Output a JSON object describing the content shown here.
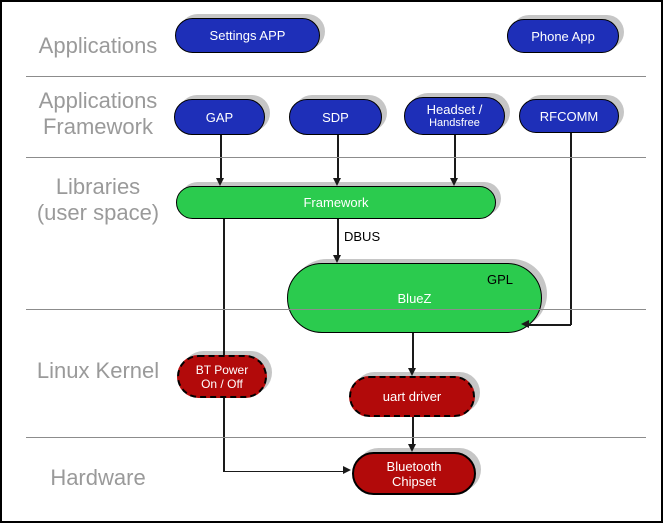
{
  "layers": {
    "applications": {
      "label": "Applications"
    },
    "app_framework": {
      "line1": "Applications",
      "line2": "Framework"
    },
    "libraries": {
      "line1": "Libraries",
      "line2": "(user space)"
    },
    "kernel": {
      "label": "Linux Kernel"
    },
    "hardware": {
      "label": "Hardware"
    }
  },
  "nodes": {
    "settings_app": {
      "label": "Settings APP"
    },
    "phone_app": {
      "label": "Phone App"
    },
    "gap": {
      "label": "GAP"
    },
    "sdp": {
      "label": "SDP"
    },
    "headset": {
      "line1": "Headset /",
      "line2": "Handsfree"
    },
    "rfcomm": {
      "label": "RFCOMM"
    },
    "framework": {
      "label": "Framework"
    },
    "bluez": {
      "label": "BlueZ",
      "badge": "GPL"
    },
    "bt_power": {
      "line1": "BT Power",
      "line2": "On / Off"
    },
    "uart_driver": {
      "label": "uart driver"
    },
    "bt_chipset": {
      "line1": "Bluetooth",
      "line2": "Chipset"
    }
  },
  "annotations": {
    "dbus": "DBUS"
  },
  "colors": {
    "app_node_blue": "#1e2fb8",
    "lib_node_green": "#2bcb4e",
    "kernel_node_red": "#b20a0a",
    "node_text": "#ffffff",
    "layer_label_gray": "#9a9a9a",
    "separator_gray": "#8c8c8c",
    "shadow_gray": "#c6c6c6",
    "line_black": "#1a1a1a"
  }
}
